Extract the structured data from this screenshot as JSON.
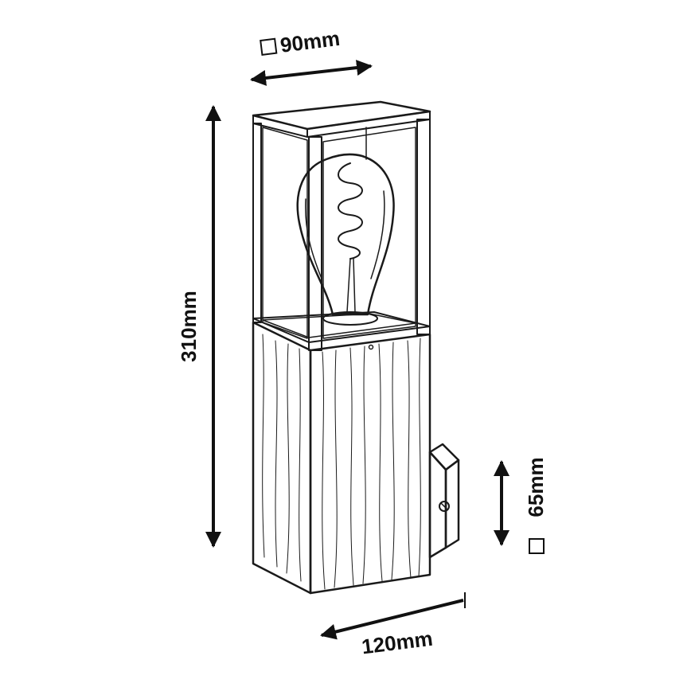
{
  "diagram": {
    "dimensions": {
      "width_top": {
        "symbol": "□",
        "value": "90mm"
      },
      "height": {
        "value": "310mm"
      },
      "bracket_height": {
        "symbol": "□",
        "value": "65mm"
      },
      "depth": {
        "value": "120mm"
      }
    }
  }
}
